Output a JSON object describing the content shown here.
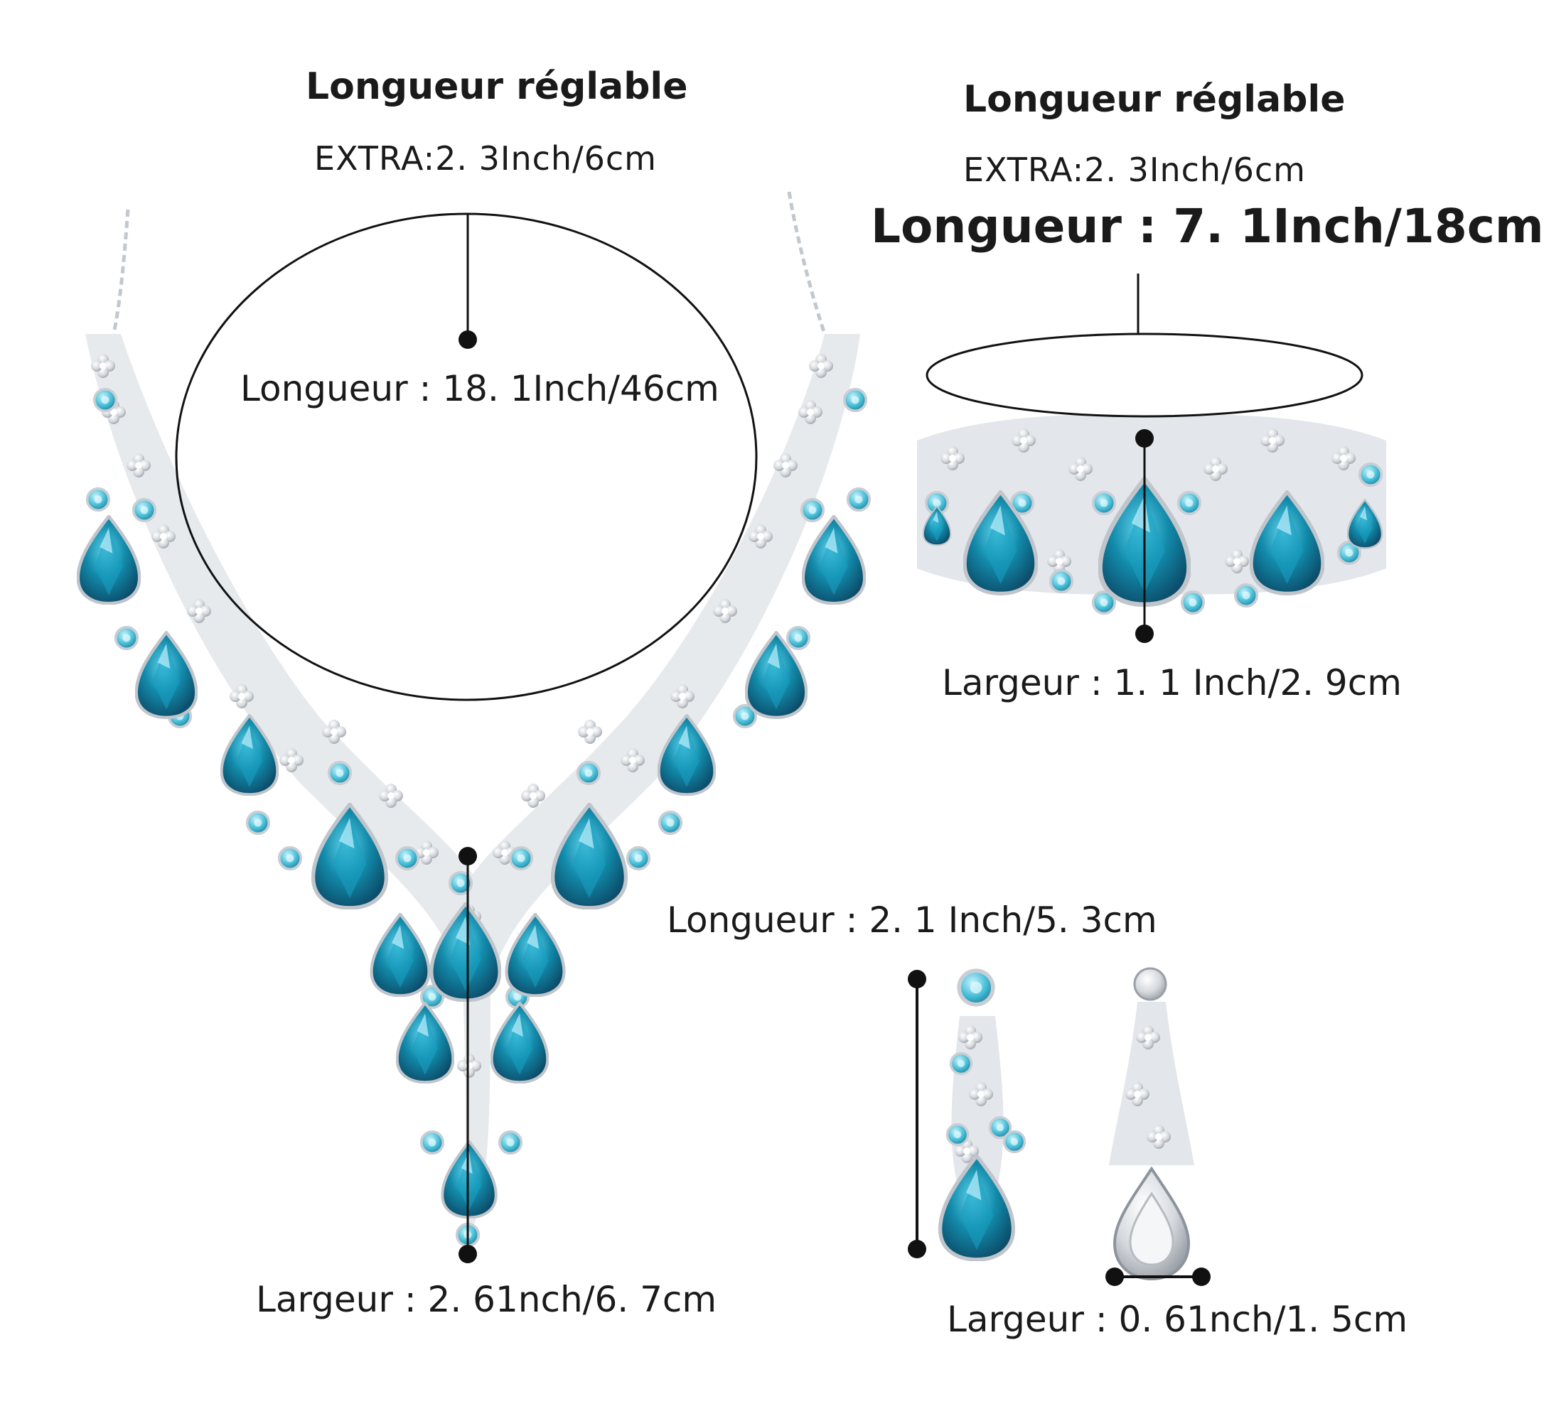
{
  "necklace": {
    "adjustable_title": "Longueur réglable",
    "extra": "EXTRA:2. 3Inch/6cm",
    "length": "Longueur : 18. 1Inch/46cm",
    "width": "Largeur : 2. 61nch/6. 7cm"
  },
  "bracelet": {
    "adjustable_title": "Longueur réglable",
    "extra": "EXTRA:2. 3Inch/6cm",
    "length": "Longueur : 7. 1Inch/18cm",
    "width": "Largeur : 1. 1 Inch/2. 9cm"
  },
  "earring": {
    "length": "Longueur : 2. 1 Inch/5. 3cm",
    "width": "Largeur : 0. 61nch/1. 5cm"
  },
  "colors": {
    "gem_deep": "#0d6f8f",
    "gem_light": "#3ab8d4",
    "metal": "#cfd3d8",
    "line": "#111111"
  }
}
